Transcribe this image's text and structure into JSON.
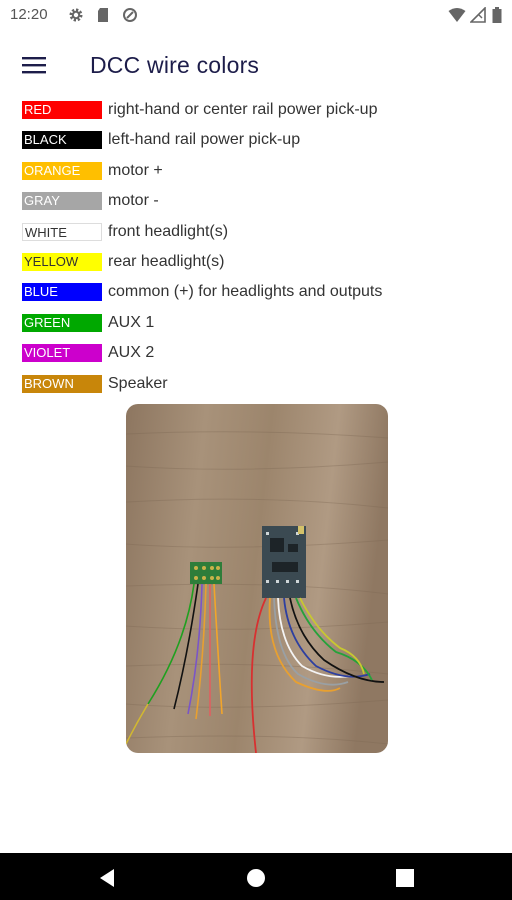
{
  "status_bar": {
    "time": "12:20",
    "left_icons": [
      "gear-icon",
      "sd-card-icon",
      "data-saver-icon"
    ],
    "right_icons": [
      "wifi-icon",
      "cellular-signal-icon",
      "battery-icon"
    ]
  },
  "app_bar": {
    "menu_icon": "hamburger-menu-icon",
    "title": "DCC wire colors"
  },
  "legend": [
    {
      "label": "RED",
      "description": "right-hand or center rail power pick-up",
      "bg": "#ff0000",
      "fg": "#ffffff"
    },
    {
      "label": "BLACK",
      "description": "left-hand rail power pick-up",
      "bg": "#000000",
      "fg": "#ffffff"
    },
    {
      "label": "ORANGE",
      "description": "motor +",
      "bg": "#ffbf00",
      "fg": "#ffffff"
    },
    {
      "label": "GRAY",
      "description": "motor -",
      "bg": "#a6a6a6",
      "fg": "#ffffff"
    },
    {
      "label": "WHITE",
      "description": "front headlight(s)",
      "bg": "#ffffff",
      "fg": "#333333"
    },
    {
      "label": "YELLOW",
      "description": "rear headlight(s)",
      "bg": "#ffff00",
      "fg": "#333333"
    },
    {
      "label": "BLUE",
      "description": "common (+) for headlights and outputs",
      "bg": "#0000ff",
      "fg": "#ffffff"
    },
    {
      "label": "GREEN",
      "description": "AUX 1",
      "bg": "#00a800",
      "fg": "#ffffff"
    },
    {
      "label": "VIOLET",
      "description": "AUX 2",
      "bg": "#cc00cc",
      "fg": "#ffffff"
    },
    {
      "label": "BROWN",
      "description": "Speaker",
      "bg": "#c8860a",
      "fg": "#ffffff"
    }
  ],
  "nav_bar": {
    "buttons": [
      "back-icon",
      "home-icon",
      "recents-icon"
    ]
  }
}
